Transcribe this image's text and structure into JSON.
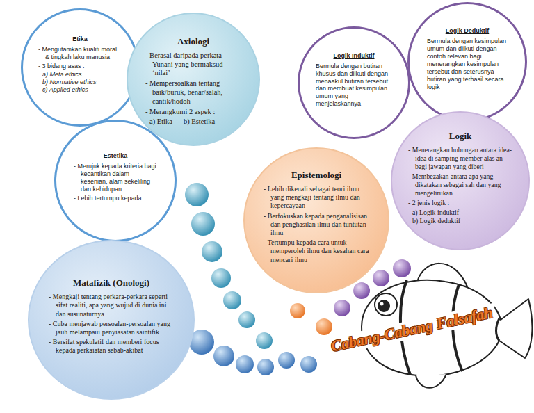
{
  "diagram": {
    "nodes": [
      {
        "text": [
          "Etika",
          "- Mengutamkan kualiti moral & tingkah laku manusia",
          "- 3 bidang asas :",
          "a) Meta ethics",
          "b) Normative ethics",
          "c) Applied ethics"
        ]
      },
      {
        "text": [
          "Axiologi",
          "- Berasal daripada perkata Yunani yang bermaksud ‘nilai’",
          "- Mempersoalkan tentang baik/buruk, benar/salah, cantik/hodoh",
          "- Merangkumi 2 aspek :",
          "a) Etika",
          "b) Estetika"
        ]
      },
      {
        "text": [
          "Logik Induktif",
          "Bermula dengan butiran khusus dan diikuti dengan menaakul butiran tersebut dan membuat kesimpulan umum yang menjelaskannya"
        ]
      },
      {
        "text": [
          "Logik Deduktif",
          "Bermula dengan kesimpulan umum dan diikuti dengan contoh relevan bagi menerangkan kesimpulan tersebut dan seterusnya butiran yang terhasil secara logik"
        ]
      },
      {
        "text": [
          "Estetika",
          "- Merujuk kepada kriteria bagi kecantikan dalam kesenian, alam sekeliling dan kehidupan",
          "- Lebih tertumpu kepada"
        ]
      },
      {
        "text": [
          "Logik",
          "- Menerangkan hubungan antara idea-idea di samping member alas an bagi jawapan yang diberi",
          "- Membezakan antara apa yang dikatakan sebagai sah dan yang mengelirukan",
          "- 2 jenis logik :",
          "a) Logik induktif",
          "b) Logik deduktif"
        ]
      },
      {
        "text": [
          "Epistemologi",
          "- Lebih dikenali sebagai teori ilmu yang mengkaji tentang ilmu dan kepercayaan",
          "- Berfokuskan kepada penganalisisan dan penghasilan ilmu dan tuntutan ilmu",
          "- Tertumpu kepada cara untuk memperoleh ilmu dan kesahan cara mencari ilmu"
        ]
      },
      {
        "text": [
          "Matafizik (Onologi)",
          "- Mengkaji tentang perkara-perkara seperti sifat realiti, apa yang wujud di dunia ini dan susunaturnya",
          "- Cuba menjawab persoalan-persoalan yang jauh melampaui penyiasatan saintifik",
          "- Bersifat spekulatif dan memberi focus kepada perkaiatan sebab-akibat"
        ]
      }
    ],
    "labels": [
      "Cabang-Cabang Falsafah"
    ]
  }
}
